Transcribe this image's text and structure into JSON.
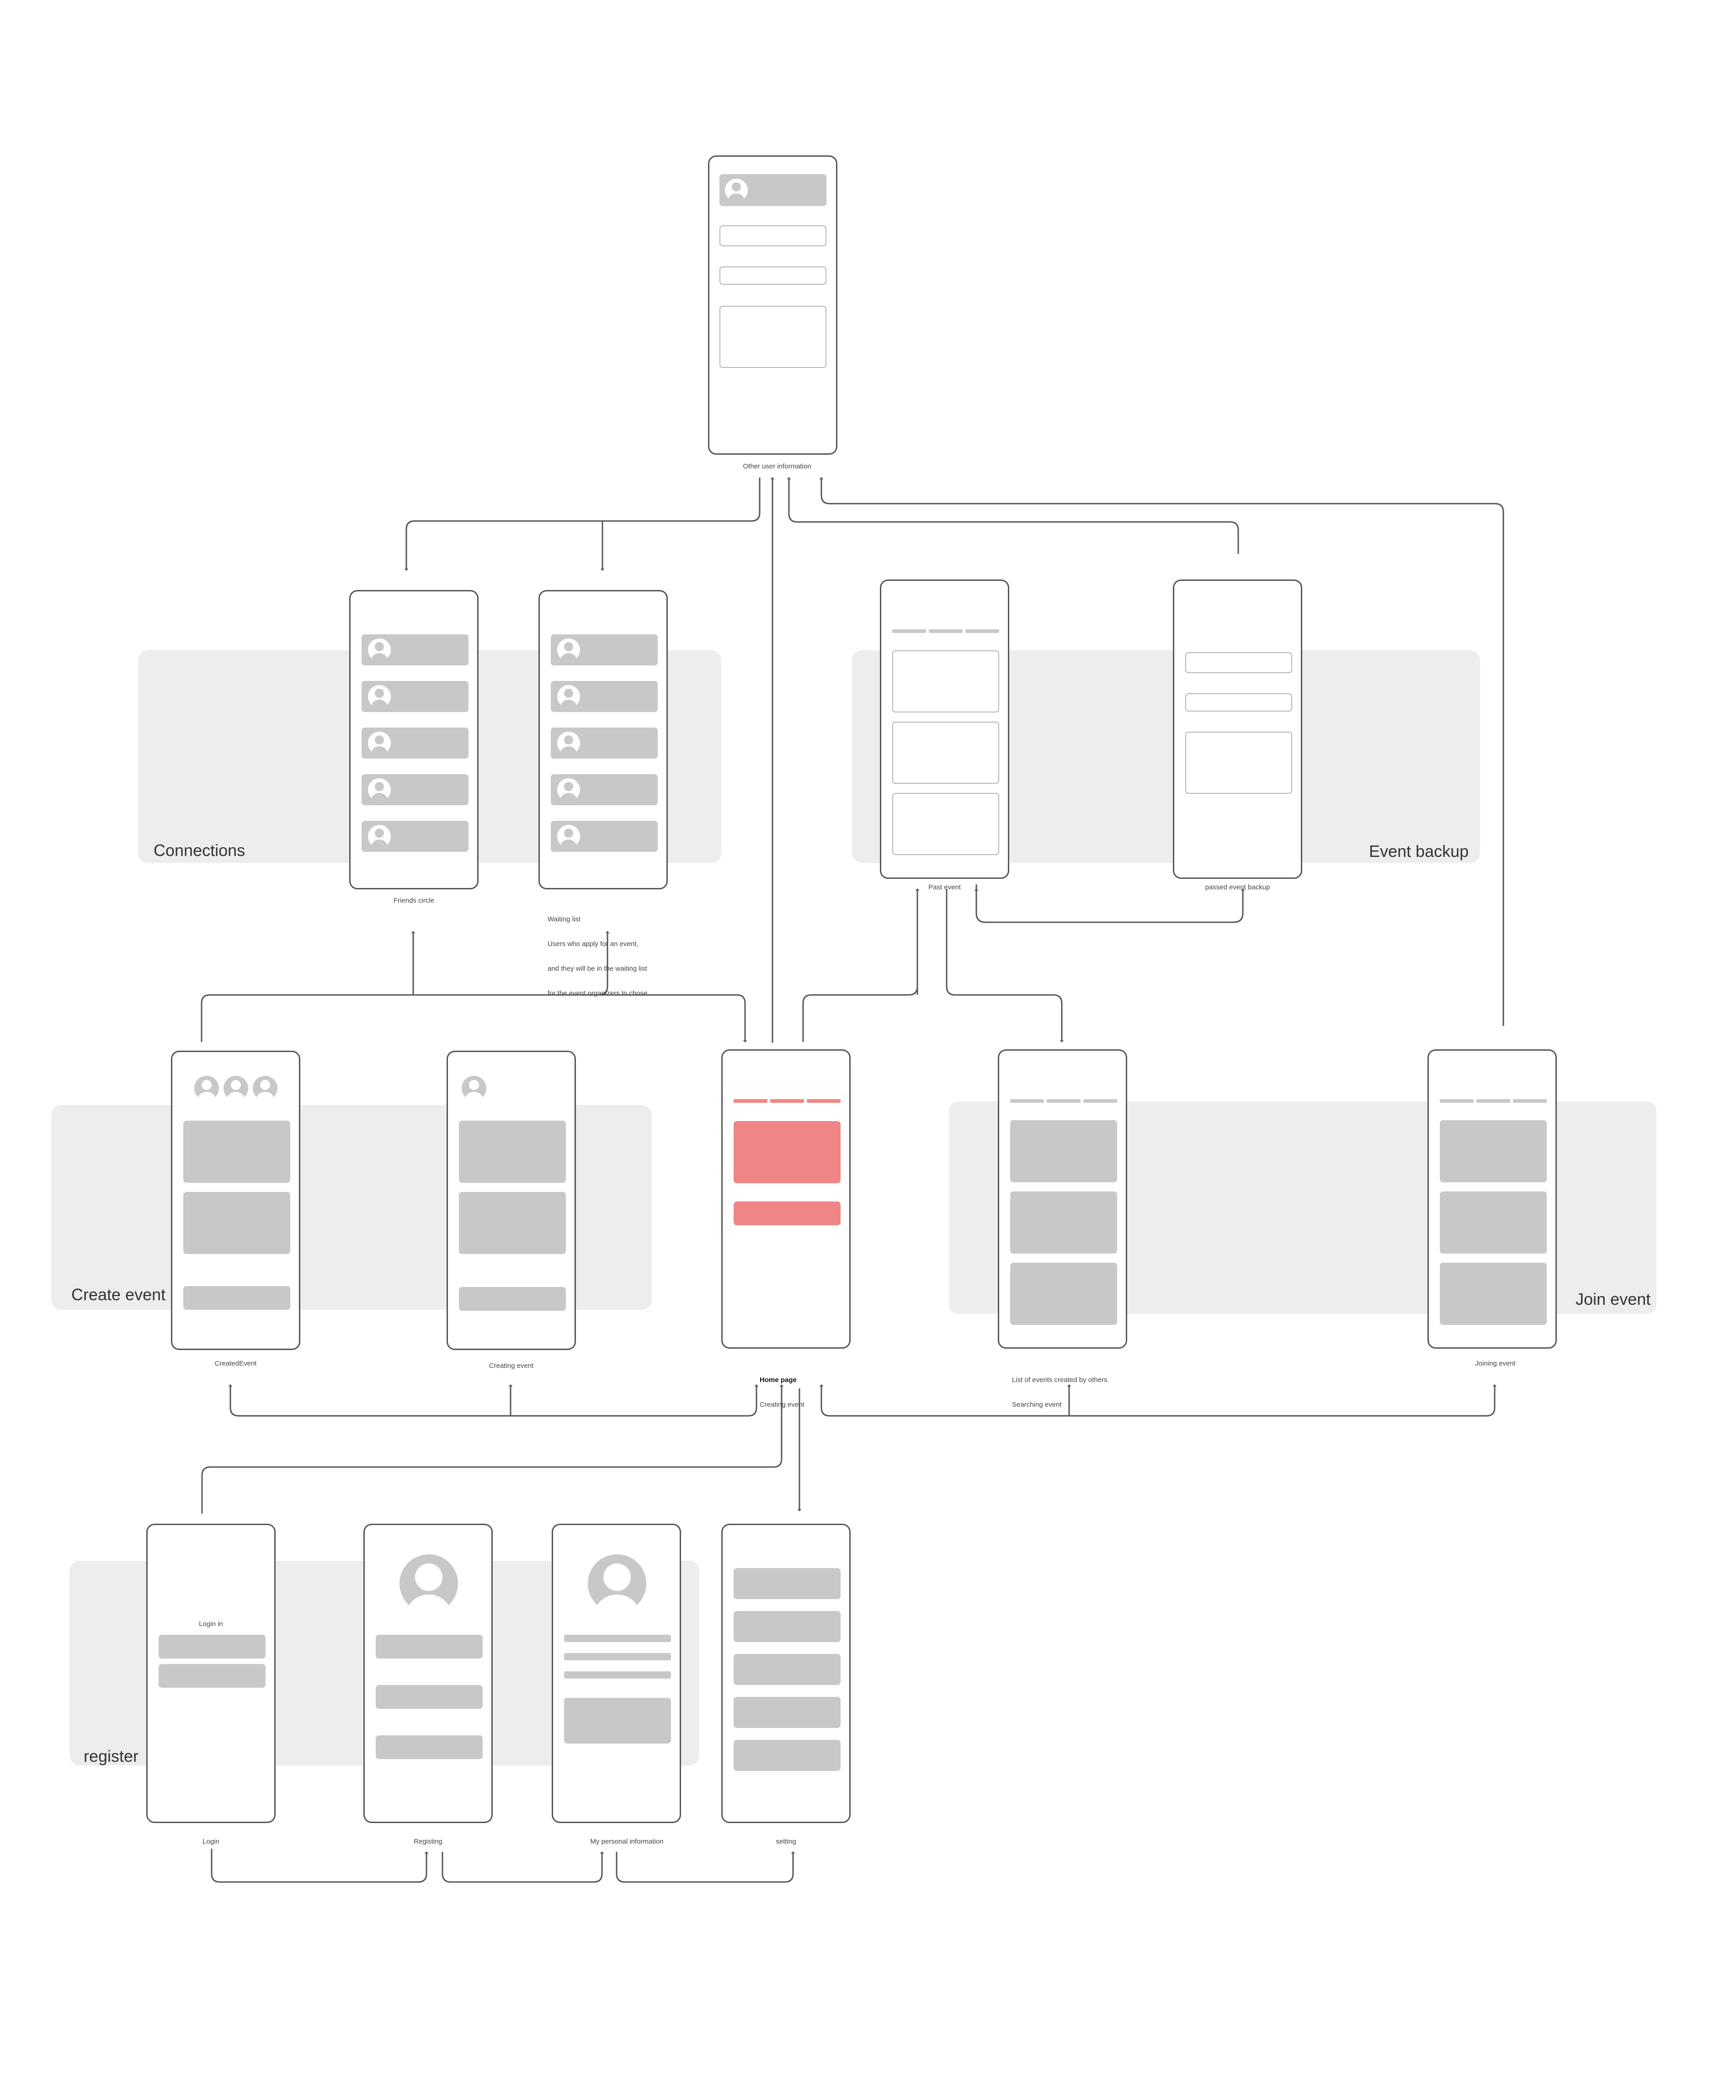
{
  "groups": {
    "connections": "Connections",
    "event_backup": "Event backup",
    "create_event": "Create event",
    "join_event": "Join event",
    "register": "register"
  },
  "captions": {
    "other_user_information": "Other user information",
    "friends_circle": "Friends circle",
    "waiting_list_title": "Waiting list",
    "waiting_list_desc_1": "Users who apply for an event,",
    "waiting_list_desc_2": "and they will be in the waiting list",
    "waiting_list_desc_3": "for the event organizers to chose",
    "past_event": "Past event",
    "passed_event_backup": "passed event backup",
    "created_event": "CreatedEvent",
    "creating_event": "Creating event",
    "home_page": "Home page",
    "home_page_sub": "Creating event",
    "list_of_events": "List of events created by others",
    "searching_event": "Searching event",
    "joining_event": "Joining event",
    "login": "Login",
    "registing": "Registing",
    "my_personal_information": "My personal information",
    "setting": "setting"
  },
  "screens": {
    "login_in_label": "Login in"
  },
  "colors": {
    "accent": "#f08585",
    "placeholder": "#c8c8c8",
    "group_background": "#ededed",
    "stroke": "#555555"
  },
  "icons": {
    "avatar": "user-avatar-icon",
    "arrow": "arrow-head-icon"
  }
}
